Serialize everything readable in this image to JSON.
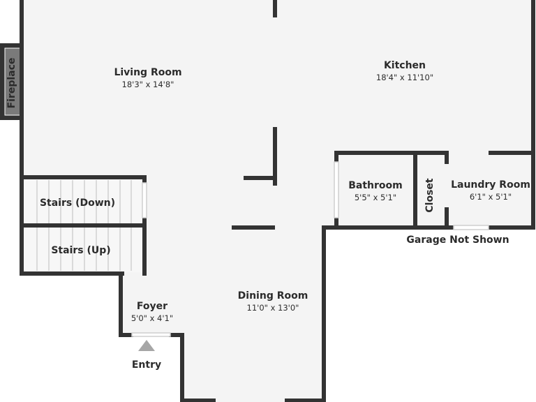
{
  "rooms": {
    "living": {
      "name": "Living Room",
      "dims": "18'3\" x 14'8\""
    },
    "kitchen": {
      "name": "Kitchen",
      "dims": "18'4\" x 11'10\""
    },
    "bathroom": {
      "name": "Bathroom",
      "dims": "5'5\" x 5'1\""
    },
    "closet": {
      "name": "Closet"
    },
    "laundry": {
      "name": "Laundry Room",
      "dims": "6'1\" x 5'1\""
    },
    "stairs_down": {
      "name": "Stairs (Down)"
    },
    "stairs_up": {
      "name": "Stairs (Up)"
    },
    "dining": {
      "name": "Dining Room",
      "dims": "11'0\" x 13'0\""
    },
    "foyer": {
      "name": "Foyer",
      "dims": "5'0\" x 4'1\""
    },
    "fireplace": {
      "name": "Fireplace"
    }
  },
  "labels": {
    "garage_note": "Garage Not Shown",
    "entry": "Entry"
  },
  "colors": {
    "wall": "#333333",
    "floor": "#f4f4f4",
    "stairs": "#f7f7f7",
    "entry_arrow": "#a6a6a6"
  }
}
